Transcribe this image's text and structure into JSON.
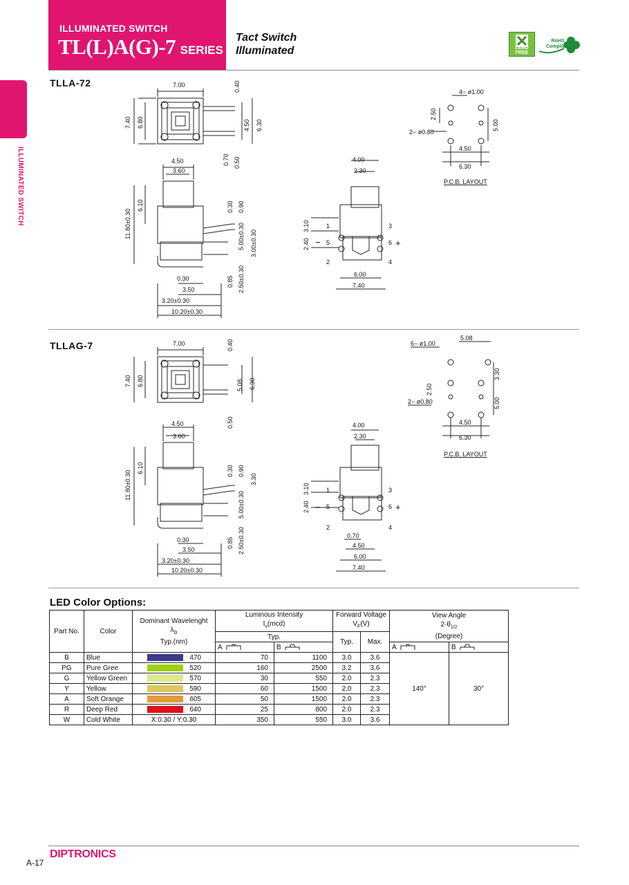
{
  "header": {
    "category": "ILLUMINATED SWITCH",
    "series_model": "TL(L)A(G)-7",
    "series_word": "SERIES",
    "subtitle_line1": "Tact Switch",
    "subtitle_line2": "Illuminated",
    "badge_lead_free": "LEAD FREE",
    "badge_rohs_line1": "RoHS",
    "badge_rohs_line2": "Compliant",
    "accent_color": "#e0156f"
  },
  "side_tab": {
    "label": "ILLUMINATED SWITCH"
  },
  "sections": [
    {
      "title": "TLLA-72",
      "top_view": {
        "dim_width": "7.00",
        "dim_top": "0.40",
        "dim_h1": "7.40",
        "dim_h2": "6.80",
        "dim_p1": "4.50",
        "dim_p2": "6.30",
        "dim_b1": "0.70",
        "dim_b2": "0.50"
      },
      "side_view": {
        "dim_w1": "4.50",
        "dim_w2": "3.60",
        "dim_h1": "11.80±0.30",
        "dim_h2": "6.10",
        "dim_r1": "0.30",
        "dim_r2": "0.90",
        "dim_r3": "5.00±0.30",
        "dim_r4": "3.00±0.30",
        "dim_b1": "0.30",
        "dim_b2": "3.50",
        "dim_b3": "3.20±0.30",
        "dim_b4": "10.20±0.30",
        "dim_b5": "0.85",
        "dim_b6": "2.50±0.30"
      },
      "front_view": {
        "dim_w1": "4.00",
        "dim_w2": "2.30",
        "dim_l1": "3.10",
        "dim_l2": "2.40",
        "pin1": "1",
        "pin2": "2",
        "pin3": "3",
        "pin4": "4",
        "pin5": "5",
        "pin6": "6",
        "minus": "−",
        "plus": "+",
        "dim_b1": "6.00",
        "dim_b2": "7.40"
      },
      "pcb_layout": {
        "hole_large": "4− ø1.00",
        "hole_small": "2− ø0.80",
        "dim_v1": "2.50",
        "dim_v2": "5.00",
        "dim_h1": "4.50",
        "dim_h2": "6.30",
        "label": "P.C.B.  LAYOUT"
      }
    },
    {
      "title": "TLLAG-7",
      "top_view": {
        "dim_width": "7.00",
        "dim_top": "0.40",
        "dim_h1": "7.40",
        "dim_h2": "6.80",
        "dim_p1": "5.08",
        "dim_p2": "6.30",
        "dim_b1": "0.50"
      },
      "side_view": {
        "dim_w1": "4.50",
        "dim_w2": "3.60",
        "dim_h1": "11.80±0.30",
        "dim_h2": "6.10",
        "dim_r1": "0.30",
        "dim_r2": "0.90",
        "dim_r3": "5.00±0.30",
        "dim_r4": "3.30",
        "dim_b1": "0.30",
        "dim_b2": "3.50",
        "dim_b3": "3.20±0.30",
        "dim_b4": "10.20±0.30",
        "dim_b5": "0.85",
        "dim_b6": "2.50±0.30"
      },
      "front_view": {
        "dim_w1": "4.00",
        "dim_w2": "2.30",
        "dim_l1": "3.10",
        "dim_l2": "2.40",
        "pin1": "1",
        "pin2": "2",
        "pin3": "3",
        "pin4": "4",
        "pin5": "5",
        "pin6": "6",
        "minus": "−",
        "plus": "+",
        "dim_b0": "0.70",
        "dim_b1": "4.50",
        "dim_b2": "6.00",
        "dim_b3": "7.40"
      },
      "pcb_layout": {
        "hole_large": "6− ø1.00",
        "hole_small": "2− ø0.80",
        "dim_top": "5.08",
        "dim_r1": "3.30",
        "dim_v1": "2.50",
        "dim_v2": "5.00",
        "dim_h1": "4.50",
        "dim_h2": "6.30",
        "label": "P.C.B.  LAYOUT"
      }
    }
  ],
  "led_table": {
    "title": "LED Color Options:",
    "headers": {
      "part_no": "Part No.",
      "color": "Color",
      "wavelength_line1": "Dominant Wavelenght",
      "wavelength_line2": "λ",
      "wavelength_sub": "D",
      "wavelength_line3": "Typ.(nm)",
      "luminous_line1": "Luminous Intensity",
      "luminous_line2": "I",
      "luminous_sub": "v",
      "luminous_unit": "(mcd)",
      "luminous_typ": "Typ.",
      "col_a": "A",
      "col_b": "B",
      "forward_line1": "Forward Voltage",
      "forward_line2": "V",
      "forward_sub": "F",
      "forward_unit": "(V)",
      "typ": "Typ.",
      "max": "Max.",
      "view_line1": "View Angle",
      "view_line2": "2·θ",
      "view_sub": "1/2",
      "view_line3": "(Degree)",
      "view_a": "A",
      "view_b": "B"
    },
    "rows": [
      {
        "part": "B",
        "color": "Blue",
        "swatch": "#3a3a8f",
        "wavelength": "470",
        "lum_a": "70",
        "lum_b": "1100",
        "vf_typ": "3.0",
        "vf_max": "3.6"
      },
      {
        "part": "PG",
        "color": "Pure Gree",
        "swatch": "#9bd10f",
        "wavelength": "520",
        "lum_a": "160",
        "lum_b": "2500",
        "vf_typ": "3.2",
        "vf_max": "3.6"
      },
      {
        "part": "G",
        "color": "Yellow Green",
        "swatch": "#dfe88a",
        "wavelength": "570",
        "lum_a": "30",
        "lum_b": "550",
        "vf_typ": "2.0",
        "vf_max": "2.3"
      },
      {
        "part": "Y",
        "color": "Yellow",
        "swatch": "#dcc862",
        "wavelength": "590",
        "lum_a": "60",
        "lum_b": "1500",
        "vf_typ": "2.0",
        "vf_max": "2.3"
      },
      {
        "part": "A",
        "color": "Soft Orange",
        "swatch": "#e39a3b",
        "wavelength": "605",
        "lum_a": "50",
        "lum_b": "1500",
        "vf_typ": "2.0",
        "vf_max": "2.3"
      },
      {
        "part": "R",
        "color": "Deep Red",
        "swatch": "#e0111a",
        "wavelength": "640",
        "lum_a": "25",
        "lum_b": "800",
        "vf_typ": "2.0",
        "vf_max": "2.3"
      },
      {
        "part": "W",
        "color": "Cold White",
        "swatch": "",
        "wavelength": "X:0.30 / Y:0.30",
        "lum_a": "350",
        "lum_b": "550",
        "vf_typ": "3.0",
        "vf_max": "3.6"
      }
    ],
    "view_angle_a": "140°",
    "view_angle_b": "30°"
  },
  "footer": {
    "page": "A-17",
    "brand": "DIPTRONICS"
  }
}
